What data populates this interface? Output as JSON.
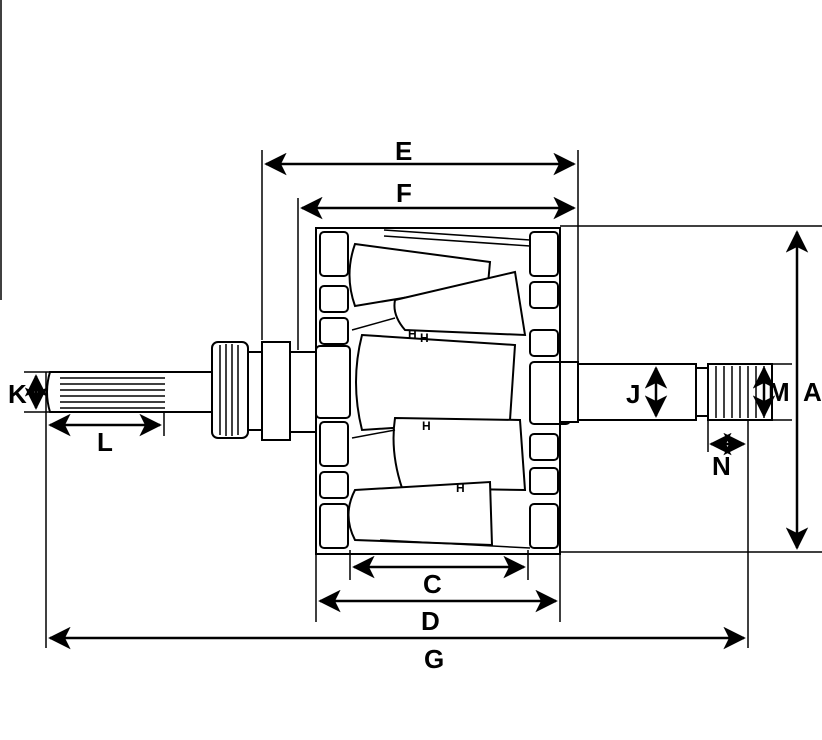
{
  "diagram": {
    "labels": {
      "A": "A",
      "C": "C",
      "D": "D",
      "E": "E",
      "F": "F",
      "G": "G",
      "J": "J",
      "K": "K",
      "L": "L",
      "M": "M",
      "N": "N"
    },
    "pole_markings": [
      "H",
      "H",
      "H",
      "H"
    ]
  }
}
